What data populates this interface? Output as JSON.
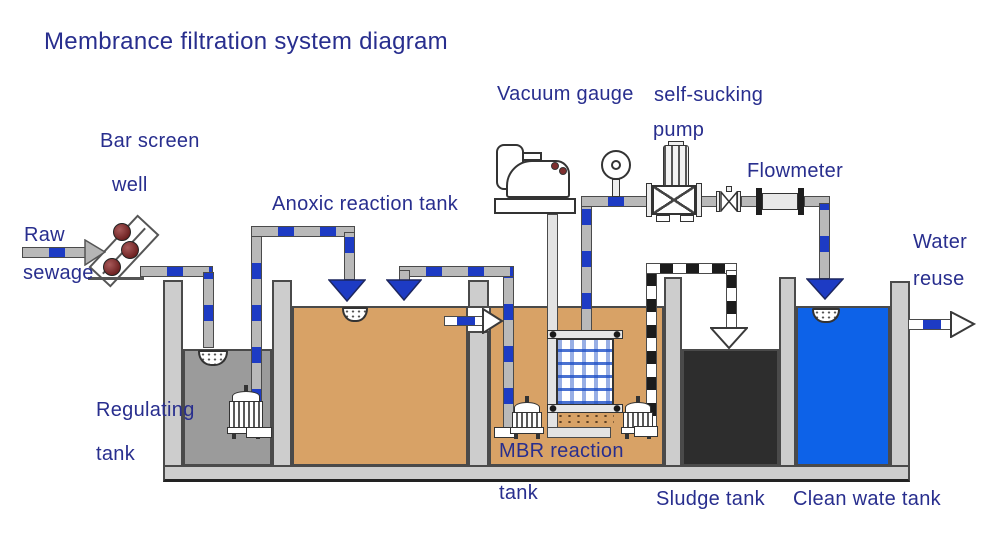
{
  "title": "Membrance filtration system diagram",
  "labels": {
    "raw_sewage_1": "Raw",
    "raw_sewage_2": "sewage",
    "bar_screen_1": "Bar screen",
    "bar_screen_2": "well",
    "anoxic_tank": "Anoxic reaction tank",
    "vacuum_gauge": "Vacuum gauge",
    "self_sucking_1": "self-sucking",
    "self_sucking_2": "pump",
    "flowmeter": "Flowmeter",
    "water_reuse_1": "Water",
    "water_reuse_2": "reuse",
    "regulating_1": "Regulating",
    "regulating_2": "tank",
    "mbr_1": "MBR reaction",
    "mbr_2": "tank",
    "sludge_tank": "Sludge tank",
    "clean_water_tank": "Clean wate tank"
  },
  "colors": {
    "ink": "#282e8e",
    "pipe_blue": "#1d3bc4",
    "pipe_gray": "#b9b9b9",
    "pipe_border": "#4a4a4a",
    "wall_fill": "#cdcdcd",
    "tank_regulating": "#9b9b9b",
    "tank_anoxic": "#d8a266",
    "tank_sludge": "#2d2d2d",
    "tank_clean": "#0d62e8",
    "equipment_red": "#7e2f2f"
  }
}
